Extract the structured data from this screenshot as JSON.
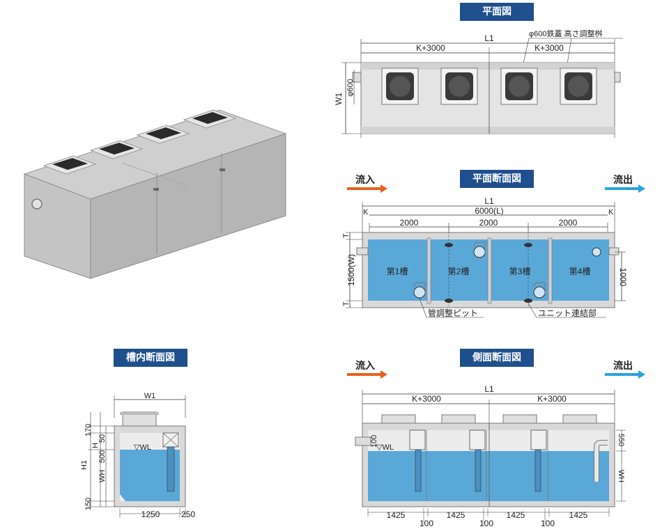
{
  "colors": {
    "badge": "#1f4f8c",
    "inflow_arrow": "#e8621f",
    "outflow_arrow": "#2aa2e0",
    "water": "#5aa8d8",
    "concrete": "#d6d6d6"
  },
  "titles": {
    "plan": "平面図",
    "plan_section": "平面断面図",
    "tank_section": "槽内断面図",
    "side_section": "側面断面図"
  },
  "flow": {
    "inflow": "流入",
    "outflow": "流出"
  },
  "plan": {
    "l1": "L1",
    "k_left": "K+3000",
    "k_right": "K+3000",
    "cover_note": "φ600鉄蓋 高さ調整桝",
    "w1": "W1",
    "phi600": "φ600"
  },
  "plan_section": {
    "l1": "L1",
    "k_left": "K",
    "k_right": "K",
    "length": "6000(L)",
    "segments": [
      "2000",
      "2000",
      "2000"
    ],
    "width": "1500(W)",
    "t_top": "T",
    "t_bottom": "T",
    "right_dim": "1000",
    "chambers": [
      "第1槽",
      "第2槽",
      "第3槽",
      "第4槽"
    ],
    "callout_pit": "管調整ピット",
    "callout_unit": "ユニット連結部"
  },
  "tank_section": {
    "w1": "W1",
    "h1": "H1",
    "h": "H",
    "wh": "WH",
    "d170": "170",
    "d50": "50",
    "d500": "500",
    "d150": "150",
    "wl": "▽WL",
    "bottom_1250": "1250",
    "bottom_250": "250"
  },
  "side_section": {
    "l1": "L1",
    "k_left": "K+3000",
    "k_right": "K+3000",
    "d100": "100",
    "d550": "550",
    "wl": "▽WL",
    "wh": "WH",
    "bottom": [
      "1425",
      "1425",
      "1425",
      "1425"
    ],
    "gaps": [
      "100",
      "100",
      "100"
    ]
  }
}
